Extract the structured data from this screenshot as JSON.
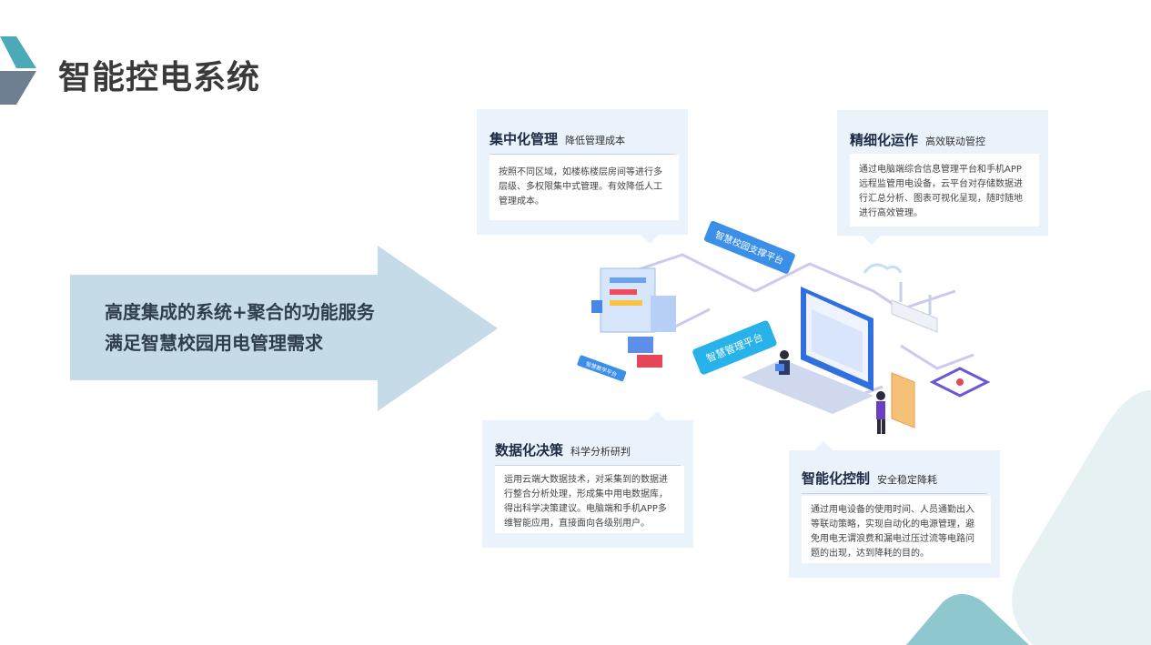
{
  "title": "智能控电系统",
  "banner": {
    "line1": "高度集成的系统+聚合的功能服务",
    "line2": "满足智慧校园用电管理需求"
  },
  "illustration": {
    "platform_top": "智慧校园支撑平台",
    "platform_mid": "智慧管理平台",
    "platform_small": "智慧教学平台"
  },
  "cards": [
    {
      "title": "集中化管理",
      "subtitle": "降低管理成本",
      "body": "按照不同区域，如楼栋楼层房间等进行多层级、多权限集中式管理。有效降低人工管理成本。"
    },
    {
      "title": "精细化运作",
      "subtitle": "高效联动管控",
      "body": "通过电脑端综合信息管理平台和手机APP远程监管用电设备，云平台对存储数据进行汇总分析、图表可视化呈现，随时随地进行高效管理。"
    },
    {
      "title": "数据化决策",
      "subtitle": "科学分析研判",
      "body": "运用云端大数据技术，对采集到的数据进行整合分析处理，形成集中用电数据库，得出科学决策建议。电脑端和手机APP多维智能应用，直接面向各级别用户。"
    },
    {
      "title": "智能化控制",
      "subtitle": "安全稳定降耗",
      "body": "通过用电设备的使用时间、人员通勤出入等联动策略，实现自动化的电源管理，避免用电无谓浪费和漏电过压过流等电路问题的出现，达到降耗的目的。"
    }
  ],
  "colors": {
    "arrow": "#c5dbe8",
    "card_bg": "#eaf2fc",
    "accent_teal": "#4aaab8",
    "accent_slate": "#6f7f92",
    "deco_teal": "#8fc7cf"
  }
}
